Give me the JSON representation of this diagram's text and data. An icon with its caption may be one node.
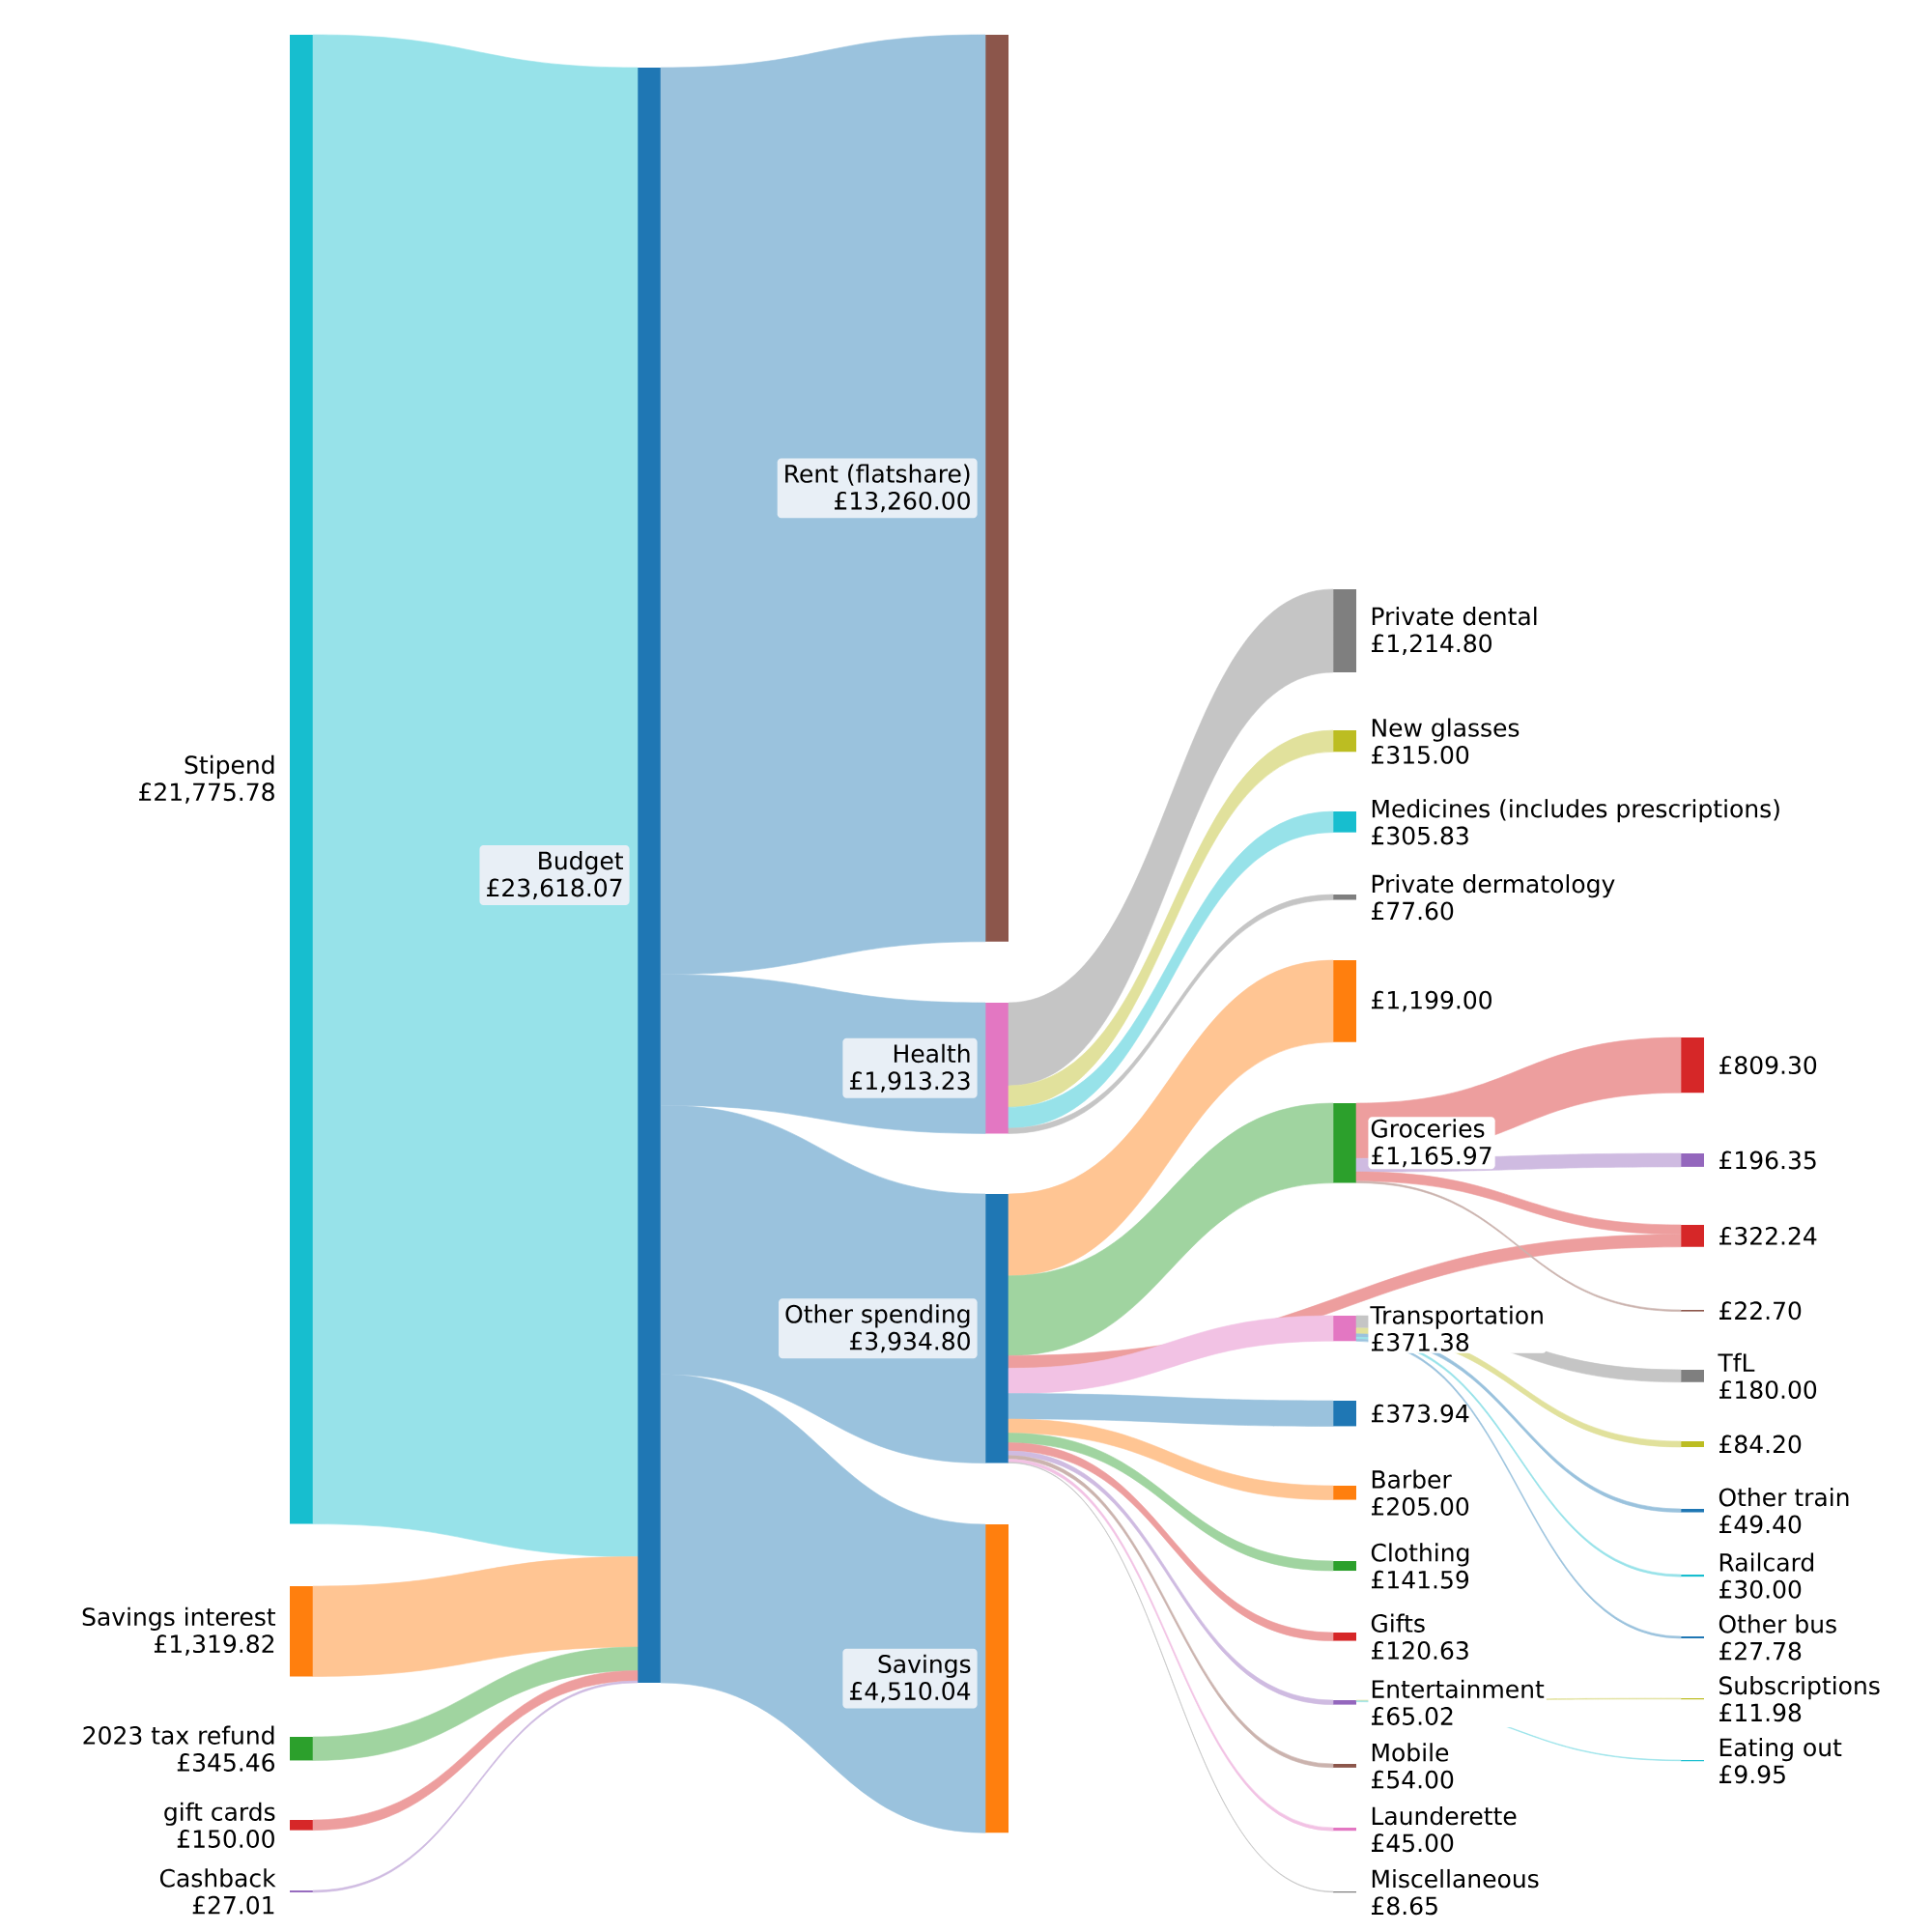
{
  "diagram": {
    "nodes": [
      {
        "text": [
          "Stipend",
          "£21,775.78"
        ]
      },
      {
        "text": [
          "Savings interest",
          "£1,319.82"
        ]
      },
      {
        "text": [
          "2023 tax refund",
          "£345.46"
        ]
      },
      {
        "text": [
          "gift cards",
          "£150.00"
        ]
      },
      {
        "text": [
          "Cashback",
          "£27.01"
        ]
      },
      {
        "text": [
          "Budget",
          "£23,618.07"
        ]
      },
      {
        "text": [
          "Rent (flatshare)",
          "£13,260.00"
        ]
      },
      {
        "text": [
          "Health",
          "£1,913.23"
        ]
      },
      {
        "text": [
          "Other spending",
          "£3,934.80"
        ]
      },
      {
        "text": [
          "Savings",
          "£4,510.04"
        ]
      },
      {
        "text": [
          "Private dental",
          "£1,214.80"
        ]
      },
      {
        "text": [
          "New glasses",
          "£315.00"
        ]
      },
      {
        "text": [
          "Medicines (includes prescriptions)",
          "£305.83"
        ]
      },
      {
        "text": [
          "Private dermatology",
          "£77.60"
        ]
      },
      {
        "text": [
          "£1,199.00"
        ]
      },
      {
        "text": [
          "Groceries",
          "£1,165.97"
        ]
      },
      {
        "text": [
          "Transportation",
          "£371.38"
        ]
      },
      {
        "text": [
          "£373.94"
        ]
      },
      {
        "text": [
          "Barber",
          "£205.00"
        ]
      },
      {
        "text": [
          "Clothing",
          "£141.59"
        ]
      },
      {
        "text": [
          "Gifts",
          "£120.63"
        ]
      },
      {
        "text": [
          "Entertainment",
          "£65.02"
        ]
      },
      {
        "text": [
          "Mobile",
          "£54.00"
        ]
      },
      {
        "text": [
          "Launderette",
          "£45.00"
        ]
      },
      {
        "text": [
          "Miscellaneous",
          "£8.65"
        ]
      },
      {
        "text": [
          "£809.30"
        ]
      },
      {
        "text": [
          "£196.35"
        ]
      },
      {
        "text": [
          "£322.24"
        ]
      },
      {
        "text": [
          "£22.70"
        ]
      },
      {
        "text": [
          "TfL",
          "£180.00"
        ]
      },
      {
        "text": [
          "£84.20"
        ]
      },
      {
        "text": [
          "Other train",
          "£49.40"
        ]
      },
      {
        "text": [
          "Railcard",
          "£30.00"
        ]
      },
      {
        "text": [
          "Other bus",
          "£27.78"
        ]
      },
      {
        "text": [
          "Subscriptions",
          "£11.98"
        ]
      },
      {
        "text": [
          "Eating out",
          "£9.95"
        ]
      }
    ],
    "edges": [
      {
        "from": 0,
        "to": 5,
        "arrow": "none"
      },
      {
        "from": 1,
        "to": 5,
        "arrow": "none"
      },
      {
        "from": 2,
        "to": 5,
        "arrow": "none"
      },
      {
        "from": 3,
        "to": 5,
        "arrow": "none"
      },
      {
        "from": 4,
        "to": 5,
        "arrow": "none"
      },
      {
        "from": 5,
        "to": 6,
        "arrow": "none"
      },
      {
        "from": 5,
        "to": 7,
        "arrow": "none"
      },
      {
        "from": 5,
        "to": 8,
        "arrow": "none"
      },
      {
        "from": 5,
        "to": 9,
        "arrow": "none"
      },
      {
        "from": 7,
        "to": 10,
        "arrow": "none"
      },
      {
        "from": 7,
        "to": 11,
        "arrow": "none"
      },
      {
        "from": 7,
        "to": 12,
        "arrow": "none"
      },
      {
        "from": 7,
        "to": 13,
        "arrow": "none"
      },
      {
        "from": 8,
        "to": 14,
        "arrow": "none"
      },
      {
        "from": 8,
        "to": 15,
        "arrow": "none"
      },
      {
        "from": 8,
        "to": 27,
        "arrow": "none"
      },
      {
        "from": 8,
        "to": 16,
        "arrow": "none"
      },
      {
        "from": 8,
        "to": 17,
        "arrow": "none"
      },
      {
        "from": 8,
        "to": 18,
        "arrow": "none"
      },
      {
        "from": 8,
        "to": 19,
        "arrow": "none"
      },
      {
        "from": 8,
        "to": 20,
        "arrow": "none"
      },
      {
        "from": 8,
        "to": 21,
        "arrow": "none"
      },
      {
        "from": 8,
        "to": 22,
        "arrow": "none"
      },
      {
        "from": 8,
        "to": 23,
        "arrow": "none"
      },
      {
        "from": 8,
        "to": 24,
        "arrow": "none"
      },
      {
        "from": 15,
        "to": 25,
        "arrow": "none"
      },
      {
        "from": 15,
        "to": 26,
        "arrow": "none"
      },
      {
        "from": 15,
        "to": 27,
        "arrow": "none"
      },
      {
        "from": 15,
        "to": 28,
        "arrow": "none"
      },
      {
        "from": 16,
        "to": 29,
        "arrow": "none"
      },
      {
        "from": 16,
        "to": 30,
        "arrow": "none"
      },
      {
        "from": 16,
        "to": 31,
        "arrow": "none"
      },
      {
        "from": 16,
        "to": 32,
        "arrow": "none"
      },
      {
        "from": 16,
        "to": 33,
        "arrow": "none"
      },
      {
        "from": 21,
        "to": 34,
        "arrow": "none"
      },
      {
        "from": 21,
        "to": 35,
        "arrow": "none"
      }
    ]
  }
}
